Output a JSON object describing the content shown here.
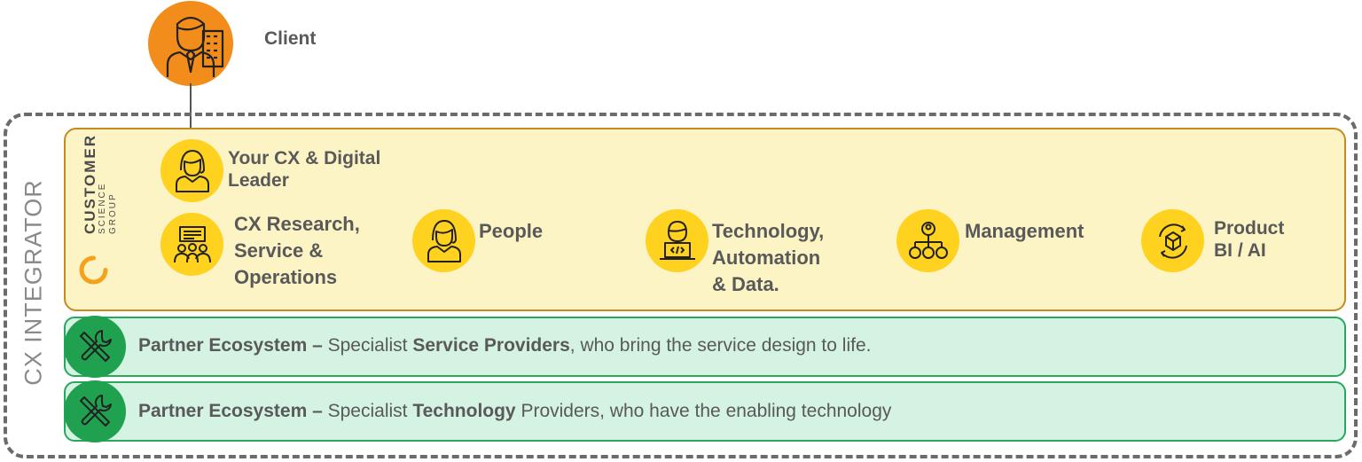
{
  "client": {
    "label": "Client",
    "icon": "businessman-icon",
    "color": "#f28c1a"
  },
  "integrator": {
    "label": "CX INTEGRATOR"
  },
  "brand": {
    "main": "CUSTOMER",
    "sub": "SCIENCE GROUP",
    "ring_color": "#f4a11b"
  },
  "leader": {
    "label_line1": "Your CX & Digital",
    "label_line2": "Leader",
    "icon": "woman-icon"
  },
  "services": [
    {
      "line1": "CX Research,",
      "line2": "Service &",
      "line3": "Operations",
      "icon": "presentation-group-icon"
    },
    {
      "line1": "People",
      "icon": "woman-icon"
    },
    {
      "line1": "Technology,",
      "line2": "Automation",
      "line3": "& Data.",
      "icon": "developer-laptop-icon"
    },
    {
      "line1": "Management",
      "icon": "org-chart-icon"
    },
    {
      "line1": "Product",
      "line2": "BI / AI",
      "icon": "product-cycle-icon"
    }
  ],
  "partners": [
    {
      "prefix": "Partner Ecosystem – ",
      "pre": "Specialist ",
      "bold": "Service Providers",
      "post": ", who bring the service design to life.",
      "icon": "tools-icon"
    },
    {
      "prefix": "Partner Ecosystem – ",
      "pre": "Specialist ",
      "bold": "Technology",
      "post": " Providers, who have the enabling technology",
      "icon": "tools-icon"
    }
  ],
  "colors": {
    "yellow_panel": "#fdf4c6",
    "icon_yellow": "#ffd21f",
    "green_bar": "#d4f3e3",
    "green_icon": "#1fa150"
  }
}
